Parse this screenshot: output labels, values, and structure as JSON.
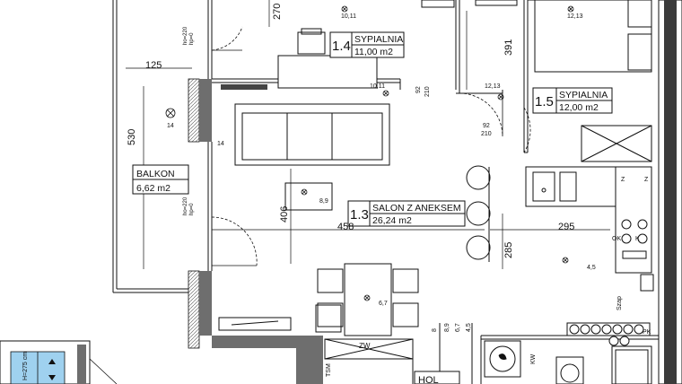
{
  "rooms": {
    "r14": {
      "number": "1.4",
      "name": "SYPIALNIA",
      "area": "11,00 m2"
    },
    "r15": {
      "number": "1.5",
      "name": "SYPIALNIA",
      "area": "12,00 m2"
    },
    "r13": {
      "number": "1.3",
      "name": "SALON Z ANEKSEM",
      "area": "26,24 m2"
    },
    "balkon": {
      "name": "BALKON",
      "area": "6,62 m2"
    },
    "hol": {
      "name": "HOL"
    }
  },
  "dimensions": {
    "d270": "270",
    "d125": "125",
    "d530": "530",
    "d391": "391",
    "d406": "406",
    "d458": "458",
    "d295": "295",
    "d285": "285",
    "door92a_w": "92",
    "door92a_h": "210",
    "door92b_w": "92",
    "door92b_h": "210",
    "hsill_top": "ho=220",
    "hsill_top2": "hp=0",
    "hsill_mid": "ho=220",
    "hsill_mid2": "hp=0",
    "h275": "H=275 cm"
  },
  "fixture_labels": {
    "f1011a": "10,11",
    "f1011b": "10,11",
    "f1213a": "12,13",
    "f1213b": "12,13",
    "f14a": "14",
    "f14b": "14",
    "f89": "8,9",
    "f67": "6,7",
    "f45": "4,5",
    "zw": "ZW",
    "tsm": "TSM",
    "z1": "Z",
    "z2": "Z",
    "ok": "OK",
    "k": "K",
    "pk": "PK",
    "kw": "KW",
    "szap": "Szap",
    "v8": "8",
    "v89": "8,9",
    "v67": "6,7",
    "v45": "4,5"
  },
  "colors": {
    "wall": "#6e6e6e",
    "line": "#111111",
    "glass": "#9fd1ef",
    "brick": "#d9d9d9"
  }
}
